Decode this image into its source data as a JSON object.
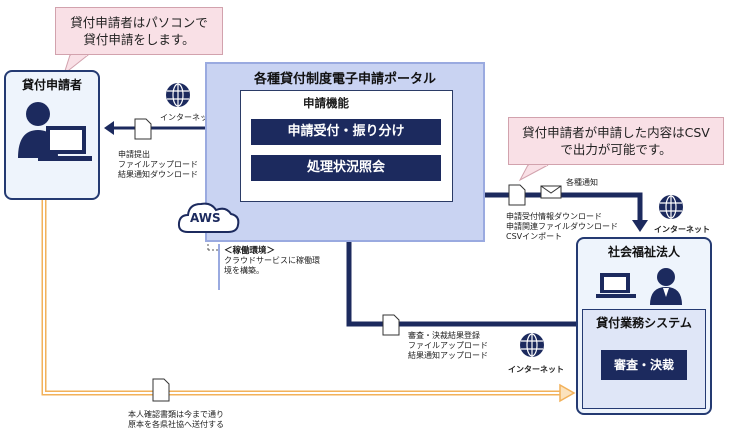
{
  "callout_top": {
    "line1": "貸付申請者はパソコンで",
    "line2": "貸付申請をします。"
  },
  "callout_right": {
    "line1": "貸付申請者が申請した内容はCSV",
    "line2": "で出力が可能です。"
  },
  "applicant": {
    "title": "貸付申請者"
  },
  "portal": {
    "title": "各種貸付制度電子申請ポータル",
    "function_title": "申請機能",
    "button_1": "申請受付・振り分け",
    "button_2": "処理状況照会"
  },
  "aws": {
    "label": "AWS",
    "env_title": "＜稼働環境＞",
    "env_line1": "クラウドサービスに稼働環",
    "env_line2": "境を構築。"
  },
  "links": {
    "internet_top": "インターネット",
    "internet_right": "インターネット",
    "internet_bottom": "インターネット",
    "applicant_ops": [
      "申請提出",
      "ファイルアップロード",
      "結果通知ダウンロード"
    ],
    "notify": "各種通知",
    "csv_ops": [
      "申請受付情報ダウンロード",
      "申請関連ファイルダウンロード",
      "CSVインポート"
    ],
    "review_ops": [
      "審査・決裁結果登録",
      "ファイルアップロード",
      "結果通知アップロード"
    ],
    "docs_note": [
      "本人確認書類は今まで通り",
      "原本を各県社協へ送付する"
    ]
  },
  "welfare": {
    "title": "社会福祉法人",
    "system_title": "貸付業務システム",
    "review_button": "審査・決裁"
  },
  "colors": {
    "navy": "#1c2a5e",
    "portal_bg": "#c9d3f2",
    "callout_bg": "#f9e0e6",
    "orange_arrow": "#f2b15a"
  }
}
